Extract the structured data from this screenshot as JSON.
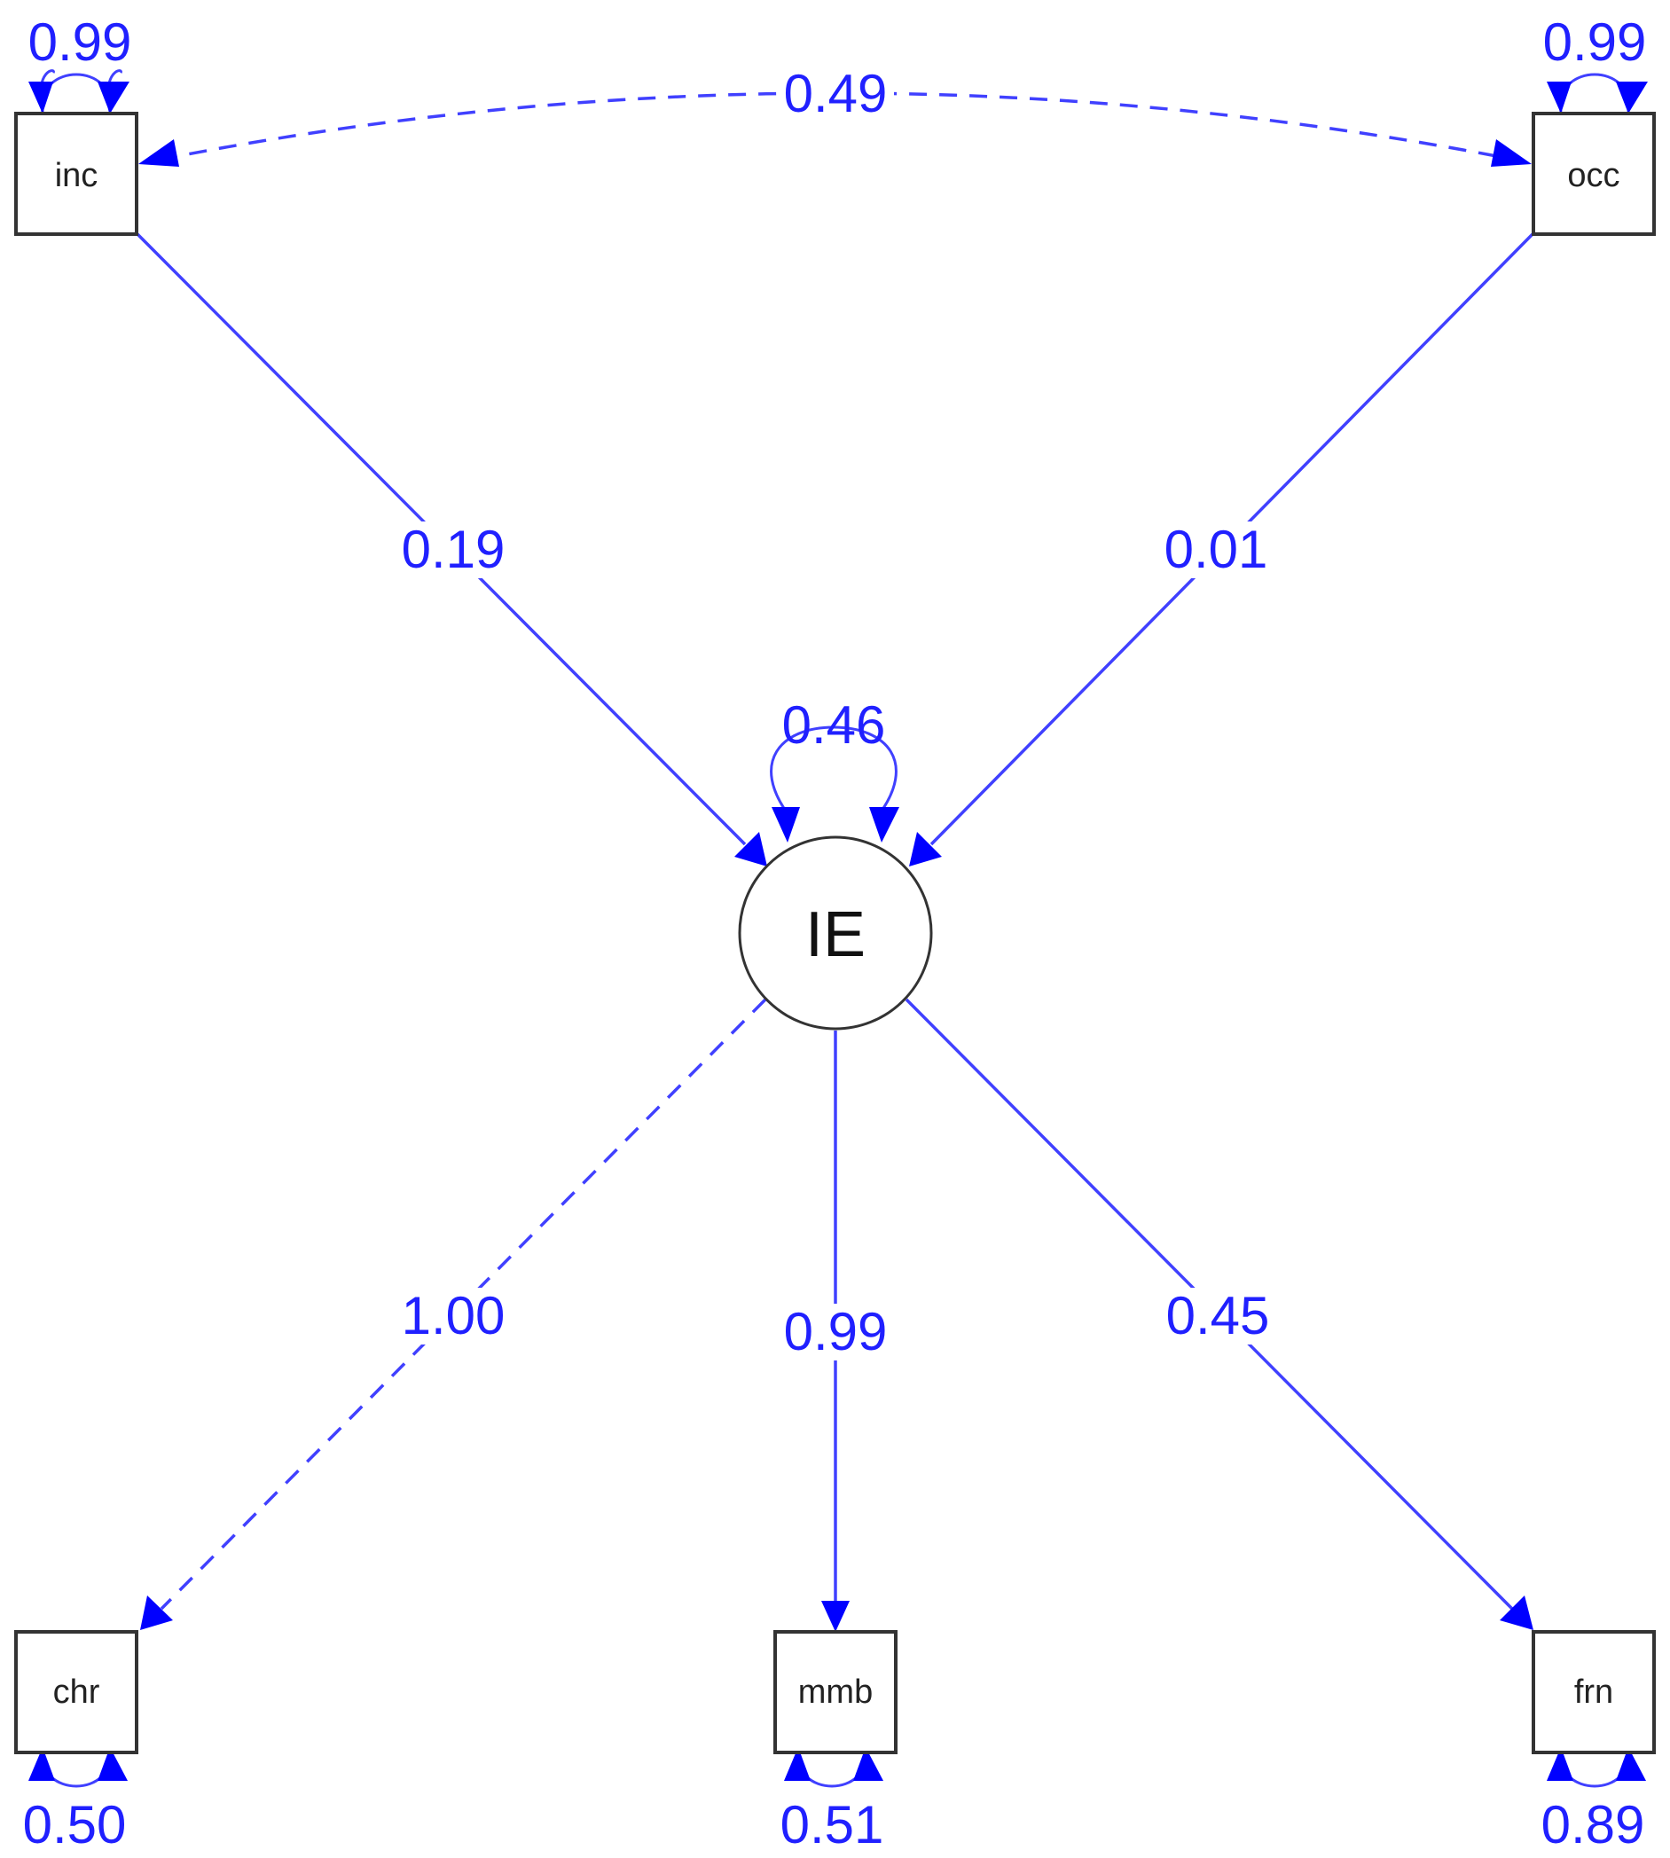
{
  "diagram": {
    "nodes": {
      "inc": {
        "label": "inc",
        "residual": "0.99"
      },
      "occ": {
        "label": "occ",
        "residual": "0.99"
      },
      "ie": {
        "label": "IE",
        "residual": "0.46"
      },
      "chr": {
        "label": "chr",
        "residual": "0.50"
      },
      "mmb": {
        "label": "mmb",
        "residual": "0.51"
      },
      "frn": {
        "label": "frn",
        "residual": "0.89"
      }
    },
    "edges": {
      "inc_occ": {
        "label": "0.49",
        "from": "inc",
        "to": "occ",
        "style": "dashed",
        "kind": "covariance"
      },
      "inc_ie": {
        "label": "0.19",
        "from": "inc",
        "to": "IE",
        "style": "solid",
        "kind": "regression"
      },
      "occ_ie": {
        "label": "0.01",
        "from": "occ",
        "to": "IE",
        "style": "solid",
        "kind": "regression"
      },
      "ie_chr": {
        "label": "1.00",
        "from": "IE",
        "to": "chr",
        "style": "dashed",
        "kind": "loading"
      },
      "ie_mmb": {
        "label": "0.99",
        "from": "IE",
        "to": "mmb",
        "style": "solid",
        "kind": "loading"
      },
      "ie_frn": {
        "label": "0.45",
        "from": "IE",
        "to": "frn",
        "style": "solid",
        "kind": "loading"
      }
    },
    "colors": {
      "edge": "#4040ff",
      "arrowhead": "#0000ff",
      "label": "#2020ff",
      "node_border": "#333333"
    }
  }
}
